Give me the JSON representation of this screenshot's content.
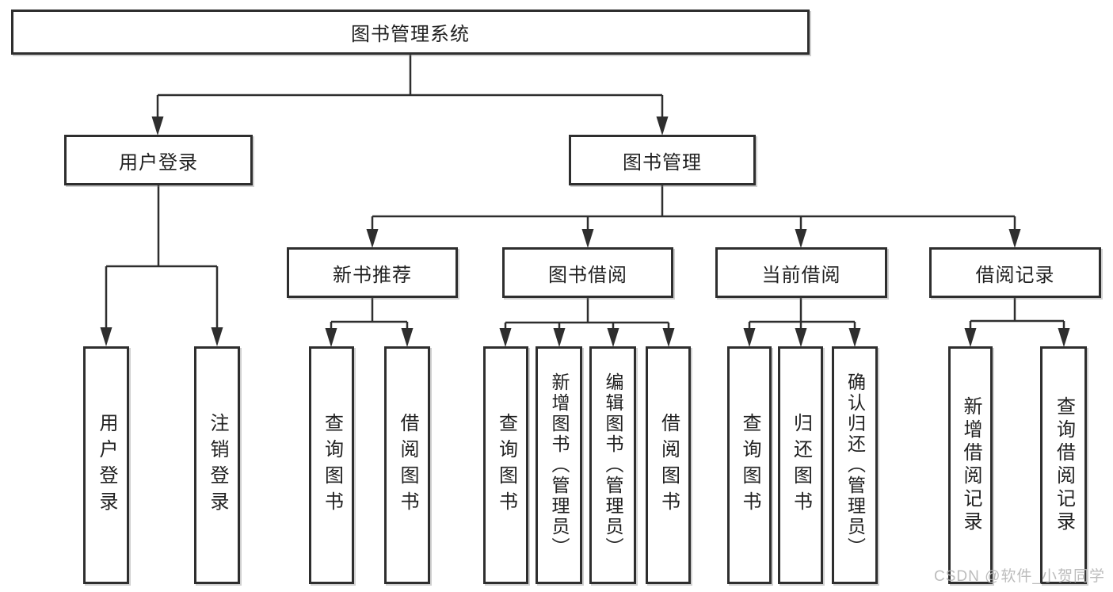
{
  "tree": {
    "label": "图书管理系统",
    "children": [
      {
        "label": "用户登录",
        "children": [
          {
            "label": "用户登录"
          },
          {
            "label": "注销登录"
          }
        ]
      },
      {
        "label": "图书管理",
        "children": [
          {
            "label": "新书推荐",
            "children": [
              {
                "label": "查询图书"
              },
              {
                "label": "借阅图书"
              }
            ]
          },
          {
            "label": "图书借阅",
            "children": [
              {
                "label": "查询图书"
              },
              {
                "label": "新增图书（管理员）"
              },
              {
                "label": "编辑图书（管理员）"
              },
              {
                "label": "借阅图书"
              }
            ]
          },
          {
            "label": "当前借阅",
            "children": [
              {
                "label": "查询图书"
              },
              {
                "label": "归还图书"
              },
              {
                "label": "确认归还（管理员）"
              }
            ]
          },
          {
            "label": "借阅记录",
            "children": [
              {
                "label": "新增借阅记录"
              },
              {
                "label": "查询借阅记录"
              }
            ]
          }
        ]
      }
    ]
  },
  "watermark": {
    "text": "CSDN @软件_小贺同学",
    "color": "#b5b5b5"
  },
  "colors": {
    "line": "#2e2e2e",
    "box_border": "#2e2e2e",
    "text": "#212121",
    "background": "#ffffff"
  }
}
